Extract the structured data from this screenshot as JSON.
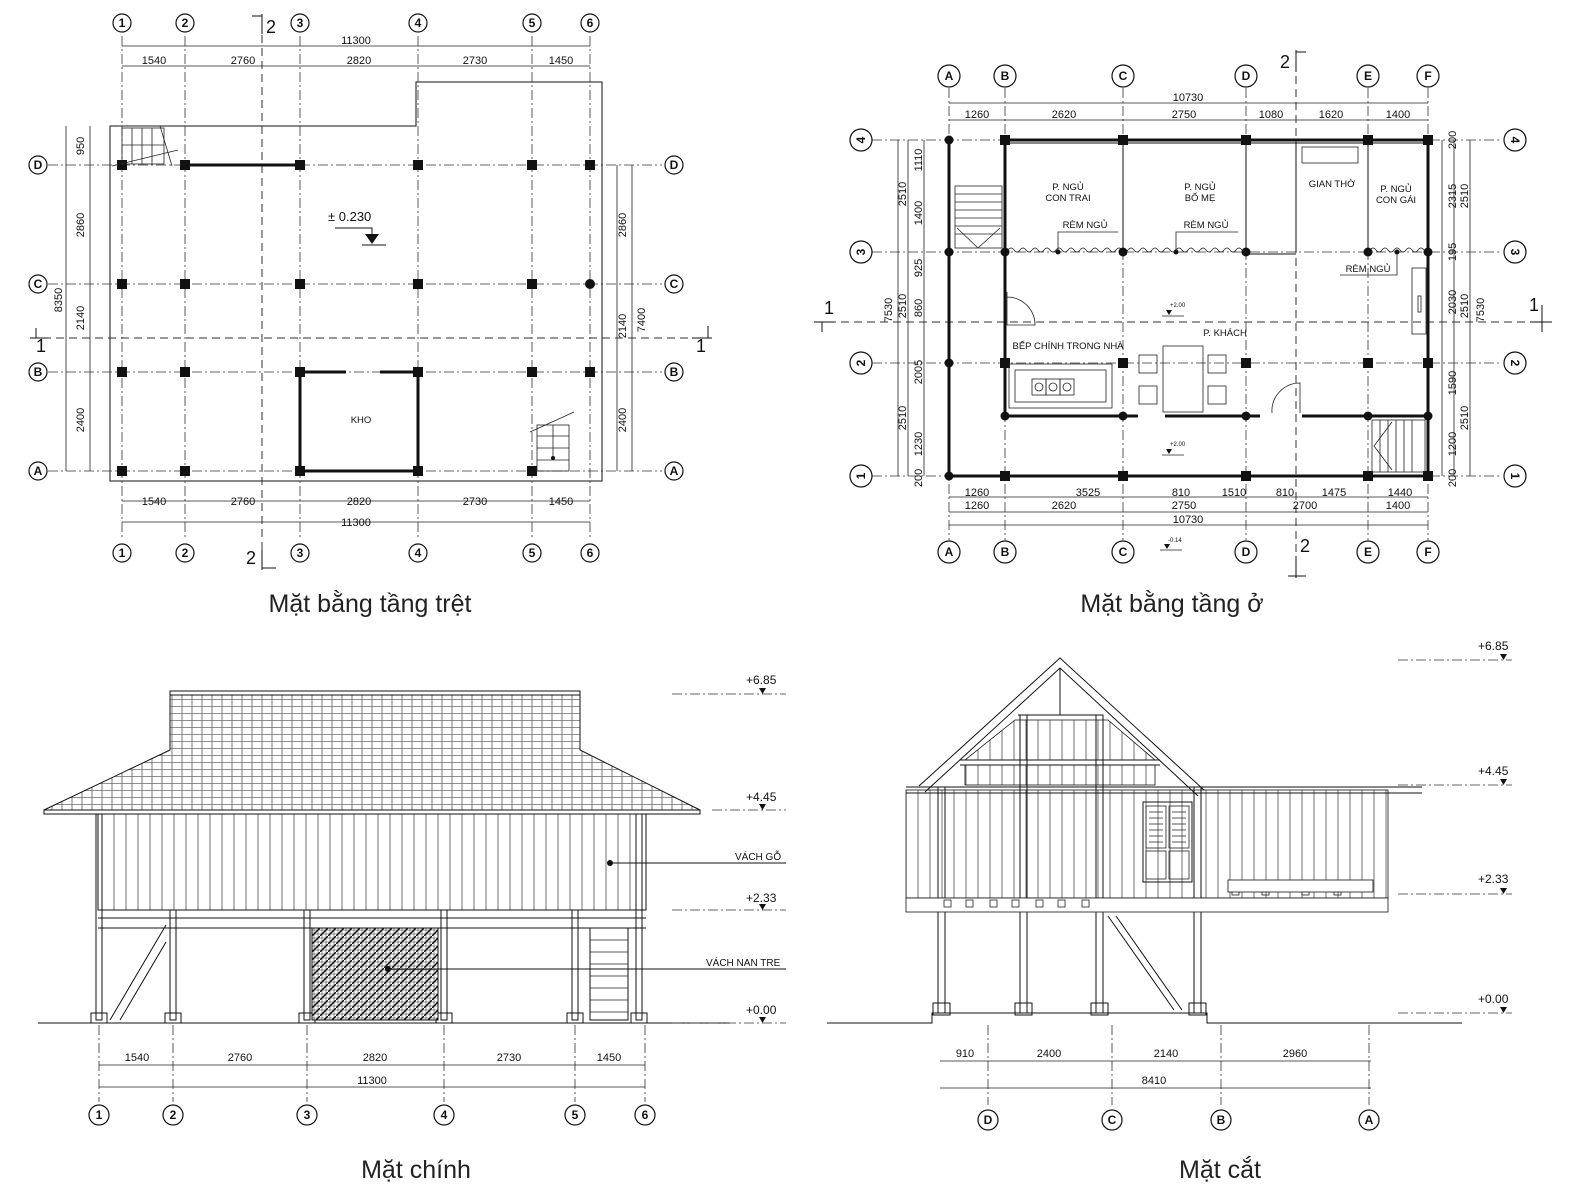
{
  "panels": {
    "ground_plan": {
      "caption": "Mặt bằng tầng trệt",
      "grid_columns": [
        "1",
        "2",
        "3",
        "4",
        "5",
        "6"
      ],
      "grid_rows": [
        "D",
        "C",
        "B",
        "A"
      ],
      "dims_horizontal": [
        "1540",
        "2760",
        "2820",
        "2730",
        "1450"
      ],
      "dim_total_horizontal": "11300",
      "dims_vertical_left": [
        "950",
        "2860",
        "2140",
        "2400"
      ],
      "dim_total_vertical_left": "8350",
      "dims_vertical_right": [
        "2860",
        "2140",
        "2400"
      ],
      "dim_total_vertical_right": "7400",
      "level": "± 0.230",
      "room_label": "KHO",
      "section_marks": {
        "section_1": "1",
        "section_2": "2"
      }
    },
    "living_plan": {
      "caption": "Mặt bằng tầng ở",
      "grid_columns": [
        "A",
        "B",
        "C",
        "D",
        "E",
        "F"
      ],
      "grid_rows": [
        "4",
        "3",
        "2",
        "1"
      ],
      "dims_top": [
        "1260",
        "2620",
        "2750",
        "1080",
        "1620",
        "1400"
      ],
      "dim_total_top": "10730",
      "dims_bottom_row1": [
        "1260",
        "3525",
        "810",
        "1510",
        "810",
        "1475",
        "1440"
      ],
      "dims_bottom_row2": [
        "1260",
        "2620",
        "2750",
        "2700",
        "1400"
      ],
      "dim_total_bottom": "10730",
      "dims_left_inner": [
        "200",
        "1110",
        "1400",
        "925",
        "860",
        "2005",
        "1230",
        "200"
      ],
      "dims_left_mid": [
        "2510",
        "2510",
        "2510"
      ],
      "dim_total_left": "7530",
      "dims_right_inner": [
        "200",
        "2315",
        "195",
        "2030",
        "1590",
        "1200",
        "200"
      ],
      "dims_right_mid": [
        "2510",
        "2510",
        "2510"
      ],
      "dim_total_right": "7530",
      "rooms": {
        "son_bedroom_1": "P. NGỦ",
        "son_bedroom_2": "CON TRAI",
        "parents_bedroom_1": "P. NGỦ",
        "parents_bedroom_2": "BỐ MẸ",
        "altar_room": "GIAN THỜ",
        "daughter_bedroom_1": "P. NGỦ",
        "daughter_bedroom_2": "CON GÁI",
        "curtain": "RÈM NGỦ",
        "kitchen": "BẾP CHÍNH TRONG NHÀ",
        "living_room": "P. KHÁCH"
      },
      "levels": [
        "+2.00",
        "+2.00",
        "-0.14"
      ],
      "section_marks": {
        "section_1": "1",
        "section_2": "2"
      }
    },
    "front_elevation": {
      "caption": "Mặt chính",
      "grid_columns": [
        "1",
        "2",
        "3",
        "4",
        "5",
        "6"
      ],
      "dims": [
        "1540",
        "2760",
        "2820",
        "2730",
        "1450"
      ],
      "dim_total": "11300",
      "levels": [
        "+6.85",
        "+4.45",
        "+2.33",
        "+0.00"
      ],
      "callouts": {
        "wood_wall": "VÁCH GỖ",
        "bamboo_wall": "VÁCH NAN TRE"
      }
    },
    "section": {
      "caption": "Mặt cắt",
      "grid_columns": [
        "D",
        "C",
        "B",
        "A"
      ],
      "dims": [
        "910",
        "2400",
        "2140",
        "2960"
      ],
      "dim_total": "8410",
      "levels": [
        "+6.85",
        "+4.45",
        "+2.33",
        "+0.00"
      ]
    }
  },
  "colors": {
    "ink": "#111111",
    "background": "#ffffff"
  }
}
